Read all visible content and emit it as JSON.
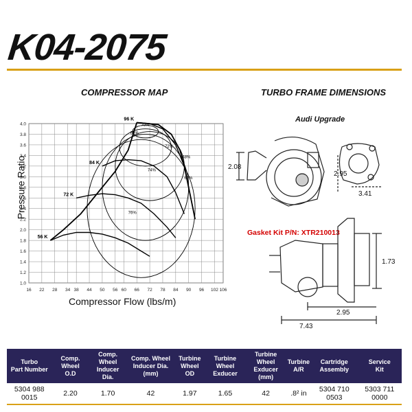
{
  "title": "K04-2075",
  "compressor_map": {
    "heading": "COMPRESSOR MAP",
    "x_axis_title": "Compressor Flow (lbs/m)",
    "y_axis_title": "Pressure Ratio",
    "speed_lines": [
      "96 K",
      "84 K",
      "72 K",
      "56 K"
    ],
    "efficiency_labels": [
      "70%",
      "68%",
      "72%",
      "74%",
      "68%",
      "60%",
      "76%"
    ]
  },
  "chart_data": {
    "type": "line",
    "title": "COMPRESSOR MAP",
    "xlabel": "Compressor Flow (lbs/m)",
    "ylabel": "Pressure Ratio",
    "xlim": [
      16,
      106
    ],
    "ylim": [
      1.0,
      4.0
    ],
    "x_ticks": [
      "16",
      "22",
      "28",
      "34",
      "38",
      "44",
      "50",
      "56",
      "60",
      "66",
      "72",
      "78",
      "84",
      "90",
      "96",
      "102",
      "106"
    ],
    "y_ticks": [
      "1.0",
      "1.2",
      "1.4",
      "1.6",
      "1.8",
      "2.0",
      "2.2",
      "2.4",
      "2.6",
      "2.8",
      "3.0",
      "3.2",
      "3.4",
      "3.6",
      "3.8",
      "4.0"
    ],
    "grid": true,
    "surge_line": {
      "x": [
        26,
        32,
        40,
        48,
        56,
        62,
        66
      ],
      "y": [
        1.8,
        2.0,
        2.3,
        2.7,
        3.1,
        3.5,
        4.02
      ]
    },
    "choke_line": {
      "x": [
        66,
        76,
        82,
        86,
        88,
        90,
        92,
        93
      ],
      "y": [
        4.02,
        3.98,
        3.8,
        3.5,
        3.2,
        2.8,
        2.4,
        2.2
      ]
    },
    "series": [
      {
        "name": "96 K",
        "x": [
          66,
          72,
          78,
          84,
          88,
          90
        ],
        "y": [
          4.02,
          4.0,
          3.9,
          3.6,
          3.2,
          2.8
        ]
      },
      {
        "name": "84 K",
        "x": [
          50,
          56,
          62,
          68,
          74,
          80,
          84,
          88
        ],
        "y": [
          3.2,
          3.3,
          3.32,
          3.3,
          3.2,
          3.0,
          2.7,
          2.3
        ]
      },
      {
        "name": "72 K",
        "x": [
          38,
          44,
          50,
          56,
          62,
          68,
          74,
          80,
          84
        ],
        "y": [
          2.6,
          2.65,
          2.68,
          2.66,
          2.6,
          2.5,
          2.3,
          2.05,
          1.85
        ]
      },
      {
        "name": "56 K",
        "x": [
          26,
          32,
          38,
          44,
          50,
          56,
          62,
          68,
          72
        ],
        "y": [
          1.8,
          1.9,
          1.95,
          1.95,
          1.92,
          1.85,
          1.75,
          1.6,
          1.5
        ]
      }
    ]
  },
  "turbo_frame": {
    "heading": "TURBO FRAME DIMENSIONS",
    "subheading": "Audi Upgrade",
    "gasket_kit": "Gasket Kit P/N: XTR210013",
    "dims": [
      "2.08",
      "2.95",
      "3.41",
      "1.73",
      "2.95",
      "7.43"
    ]
  },
  "spec_table": {
    "headers": [
      [
        "Turbo",
        "Part Number"
      ],
      [
        "Comp. Wheel",
        "O.D"
      ],
      [
        "Comp. Wheel",
        "Inducer Dia."
      ],
      [
        "Comp. Wheel",
        "Inducer Dia. (mm)"
      ],
      [
        "Turbine",
        "Wheel OD"
      ],
      [
        "Turbine Wheel",
        "Exducer"
      ],
      [
        "Turbine Wheel",
        "Exducer (mm)"
      ],
      [
        "Turbine",
        "A/R"
      ],
      [
        "Cartridge",
        "Assembly"
      ],
      [
        "Service",
        "Kit"
      ]
    ],
    "row": [
      "5304 988 0015",
      "2.20",
      "1.70",
      "42",
      "1.97",
      "1.65",
      "42",
      ".8² in",
      "5304 710 0503",
      "5303 711 0000"
    ]
  }
}
